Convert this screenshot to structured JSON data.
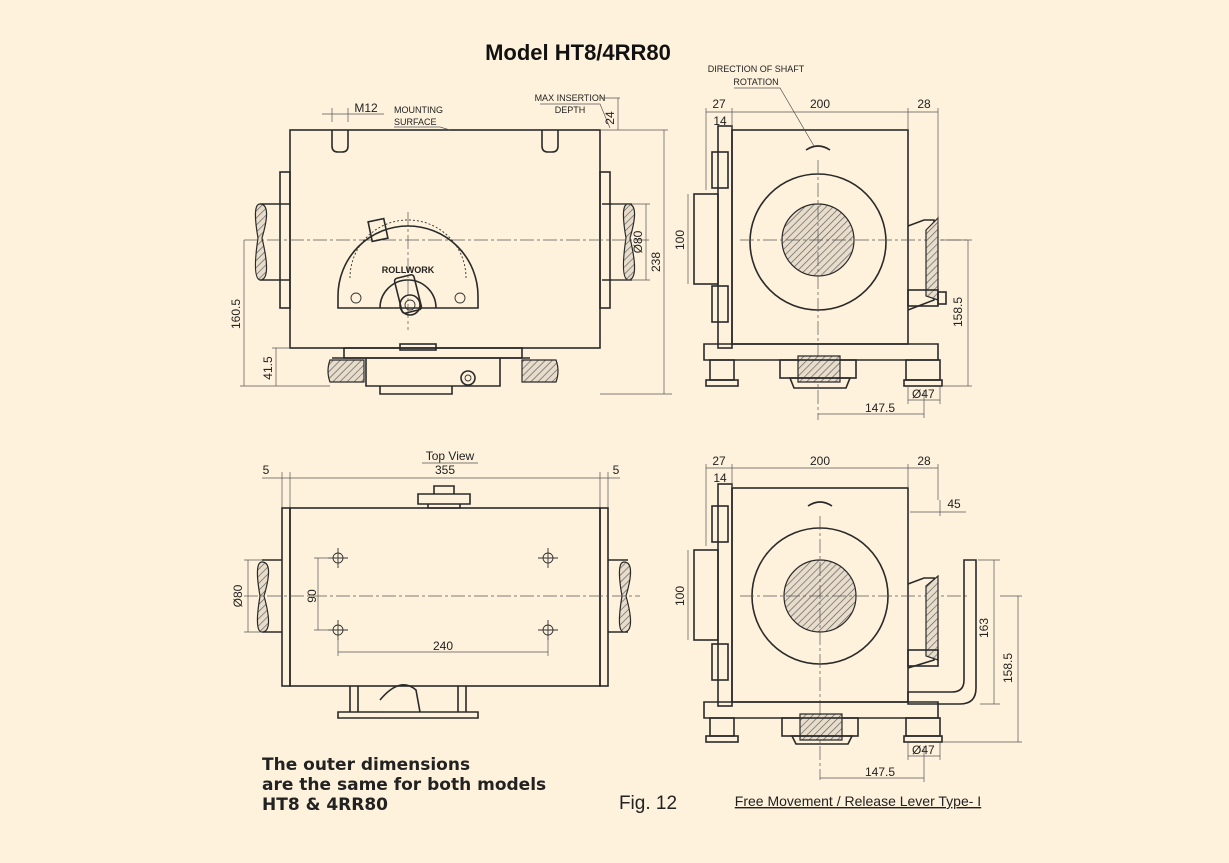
{
  "title": "Model HT8/4RR80",
  "labels": {
    "direction": "DIRECTION OF SHAFT",
    "rotation": "ROTATION",
    "max_insertion": "MAX INSERTION",
    "depth": "DEPTH",
    "mounting": "MOUNTING",
    "surface": "SURFACE",
    "thread": "M12",
    "top_view": "Top View",
    "dial_brand": "ROLLWORK"
  },
  "dims": {
    "d24": "24",
    "d27a": "27",
    "d14a": "14",
    "d200a": "200",
    "d28a": "28",
    "d100a": "100",
    "d158a": "158.5",
    "d47a": "Ø47",
    "d147a": "147.5",
    "d80a": "Ø80",
    "d238": "238",
    "d160": "160.5",
    "d41": "41.5",
    "d5l": "5",
    "d355": "355",
    "d5r": "5",
    "d80b": "Ø80",
    "d90": "90",
    "d240": "240",
    "d27b": "27",
    "d14b": "14",
    "d200b": "200",
    "d28b": "28",
    "d45": "45",
    "d100b": "100",
    "d163": "163",
    "d158b": "158.5",
    "d47b": "Ø47",
    "d147b": "147.5"
  },
  "note_lines": [
    "The outer dimensions",
    "are the same for both models",
    "HT8 & 4RR80"
  ],
  "figure_label": "Fig. 12",
  "lever_caption": "Free Movement / Release Lever Type- I",
  "colors": {
    "background": "#fef2dc",
    "line": "#2a2a2a",
    "hatch": "#6b6b6b"
  }
}
